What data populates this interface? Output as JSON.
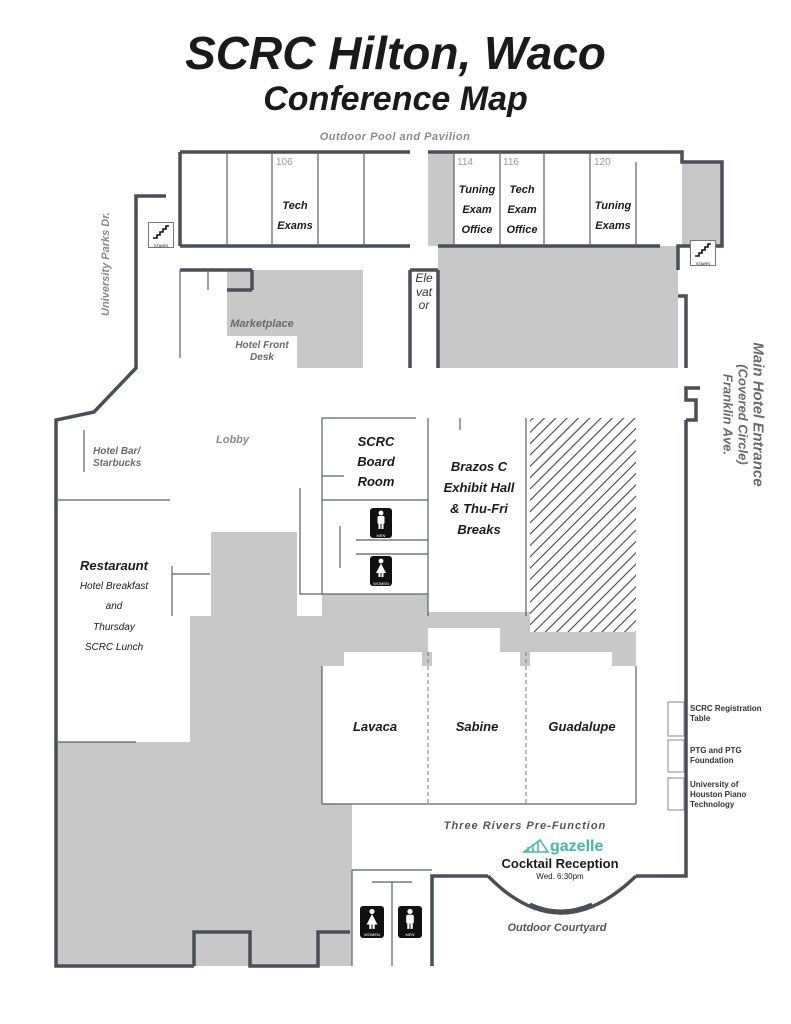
{
  "title": "SCRC Hilton, Waco",
  "subtitle": "Conference Map",
  "labels": {
    "pool": "Outdoor Pool and Pavilion",
    "university_parks": "University Parks Dr.",
    "marketplace": "Marketplace",
    "front_desk": "Hotel Front Desk",
    "elevator": "Elevator",
    "lobby": "Lobby",
    "hotel_bar": "Hotel Bar/ Starbucks",
    "main_entrance_1": "Main Hotel Entrance",
    "main_entrance_2": "(Covered Circle)",
    "main_entrance_3": "Franklin Ave.",
    "pre_function": "Three Rivers Pre-Function",
    "courtyard": "Outdoor Courtyard"
  },
  "rooms": {
    "r106": {
      "number": "106",
      "name": "Tech Exams"
    },
    "r114": {
      "number": "114",
      "name": "Tuning Exam Office"
    },
    "r116": {
      "number": "116",
      "name": "Tech Exam Office"
    },
    "r120": {
      "number": "120",
      "name": "Tuning Exams"
    },
    "board_room": "SCRC Board Room",
    "exhibit_hall": "Brazos C Exhibit Hall & Thu-Fri Breaks",
    "restaurant_title": "Restaraunt",
    "restaurant_l1": "Hotel Breakfast",
    "restaurant_l2": "and",
    "restaurant_l3": "Thursday",
    "restaurant_l4": "SCRC Lunch",
    "lavaca": "Lavaca",
    "sabine": "Sabine",
    "guadalupe": "Guadalupe"
  },
  "tables": [
    "SCRC Registration Table",
    "PTG and PTG Foundation",
    "University of Houston Piano Technology"
  ],
  "reception": {
    "sponsor": "gazelle",
    "title": "Cocktail Reception",
    "time": "Wed. 6:30pm"
  },
  "restroom_labels": {
    "men": "MEN",
    "women": "WOMEN"
  },
  "stairs_label": "STAIRS",
  "colors": {
    "fill": "#c8c8c8",
    "wall": "#4a4f57",
    "sponsor": "#3fb8ab"
  },
  "icons": [
    "stairs-icon",
    "men-restroom-icon",
    "women-restroom-icon",
    "gazelle-logo-icon"
  ]
}
